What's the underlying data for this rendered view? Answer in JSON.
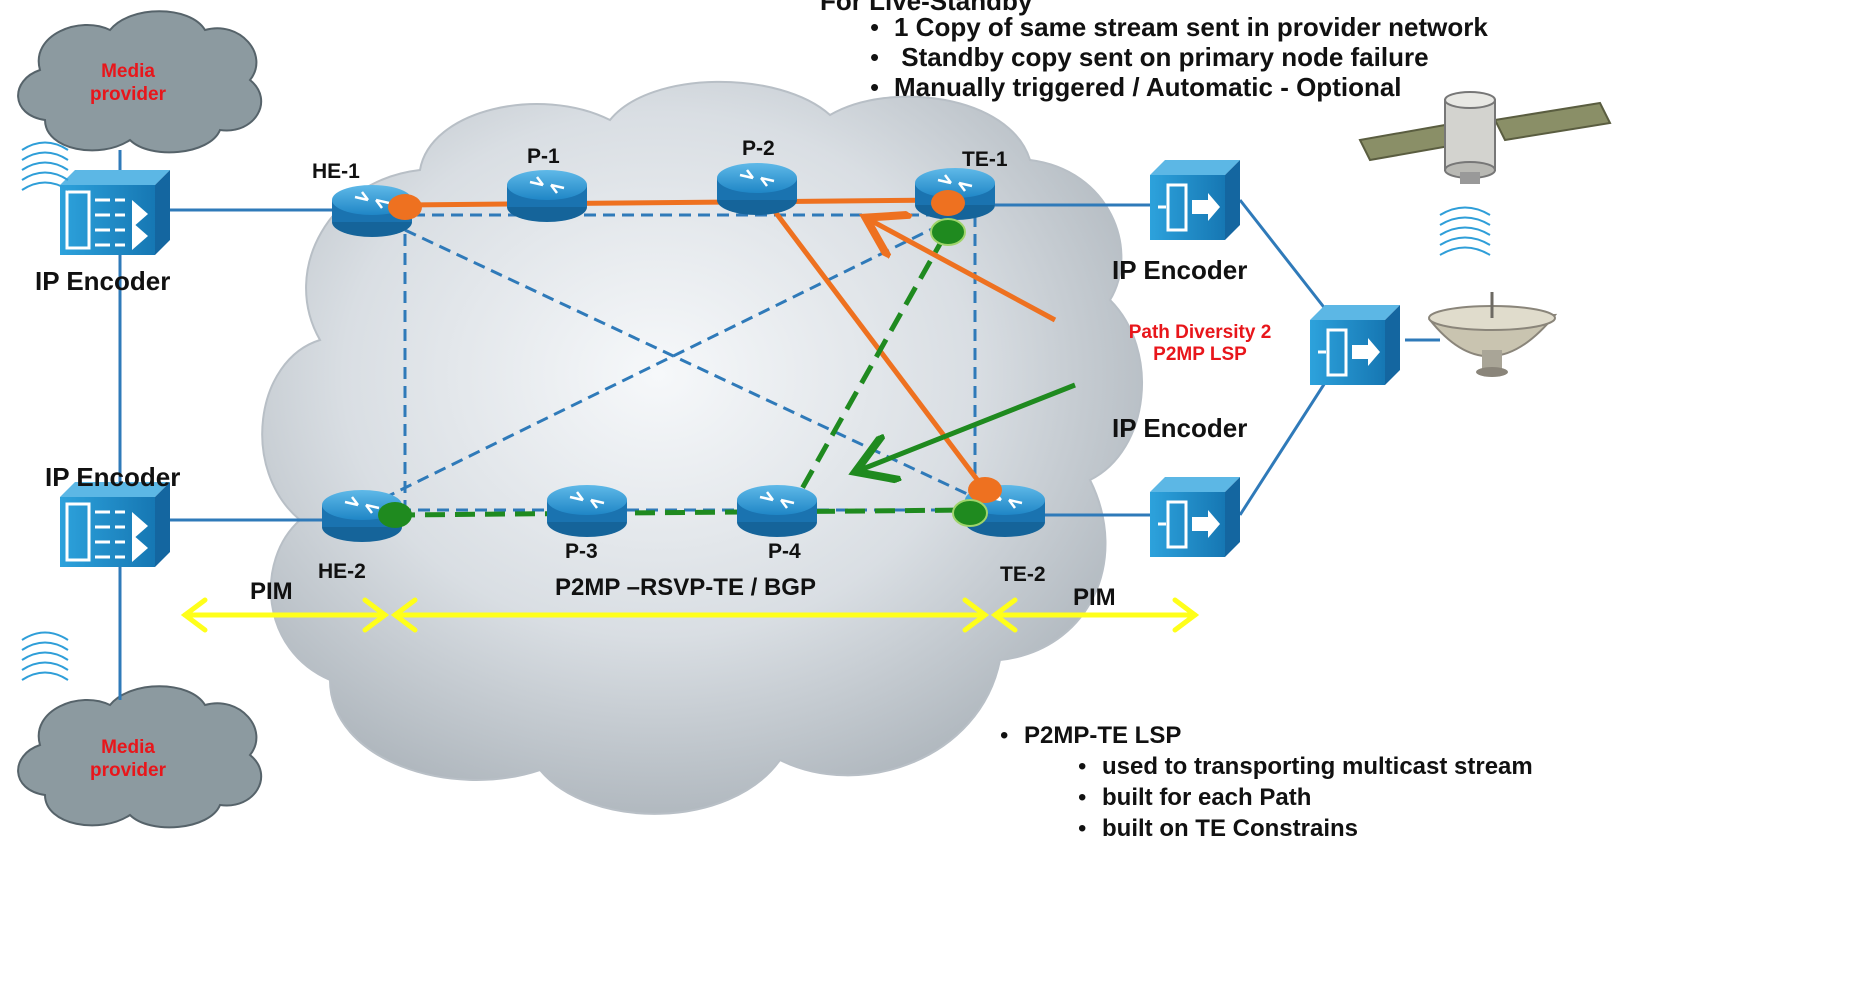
{
  "header_text": "For Live-Standby",
  "live_standby_bullets": [
    "1 Copy of same stream sent in provider network",
    " Standby copy sent on primary node failure",
    "Manually triggered / Automatic - Optional"
  ],
  "media_provider_label": "Media provider",
  "encoder_label": "IP Encoder",
  "nodes": {
    "he1": "HE-1",
    "he2": "HE-2",
    "p1": "P-1",
    "p2": "P-2",
    "p3": "P-3",
    "p4": "P-4",
    "te1": "TE-1",
    "te2": "TE-2"
  },
  "path_diversity_label": "Path Diversity 2 P2MP LSP",
  "pim_label": "PIM",
  "core_protocol_label": "P2MP –RSVP-TE / BGP",
  "p2mp_section": {
    "title": "P2MP-TE LSP",
    "items": [
      "used to transporting multicast stream",
      "built for each Path",
      "built on TE Constrains"
    ]
  },
  "colors": {
    "primary_path": "#ee7120",
    "standby_path": "#1f8a1f",
    "link": "#2f7ab9",
    "arrow": "#ffff1a",
    "device": "#1b8fd0",
    "cloud": "#8c9aa0",
    "red_text": "#e8161b"
  }
}
